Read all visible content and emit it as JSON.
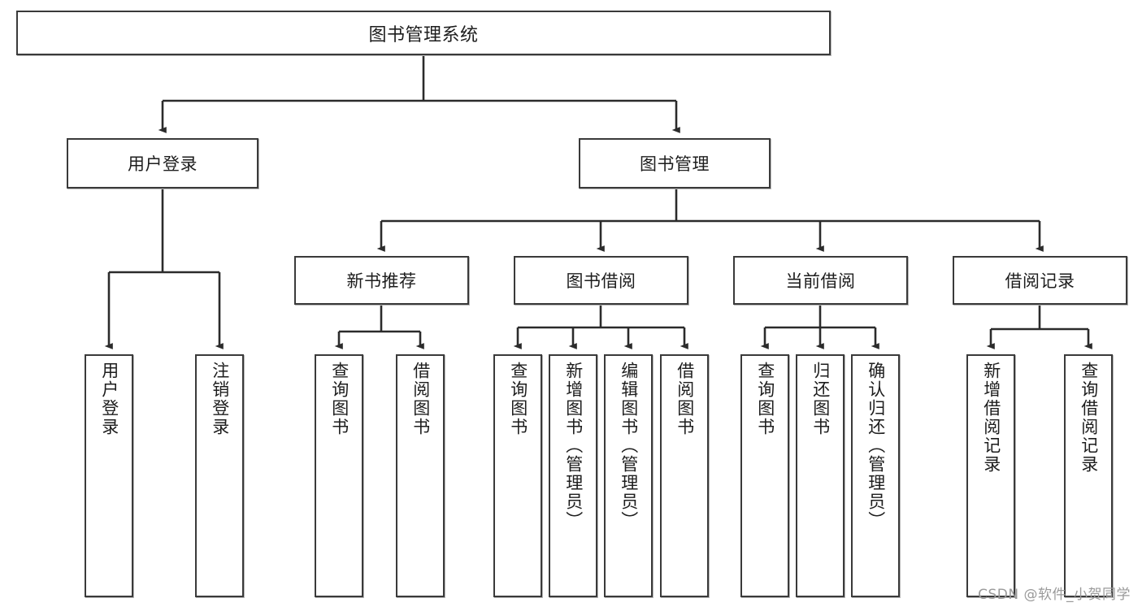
{
  "diagram": {
    "type": "tree-hierarchy-diagram",
    "title": "图书管理系统",
    "watermark": "CSDN @软件_小贺同学",
    "colors": {
      "box_border": "#3a3a3a",
      "box_fill": "#ffffff",
      "connector": "#2b2b2b",
      "text": "#1d1d1d",
      "watermark": "#9a9a9a"
    },
    "levels": {
      "root": {
        "label": "图书管理系统"
      },
      "level2": [
        {
          "label": "用户登录"
        },
        {
          "label": "图书管理"
        }
      ],
      "level3": [
        {
          "label": "新书推荐"
        },
        {
          "label": "图书借阅"
        },
        {
          "label": "当前借阅"
        },
        {
          "label": "借阅记录"
        }
      ],
      "leaves": {
        "user_login": [
          {
            "label": "用户登录"
          },
          {
            "label": "注销登录"
          }
        ],
        "new_book": [
          {
            "label": "查询图书"
          },
          {
            "label": "借阅图书"
          }
        ],
        "book_borrow": [
          {
            "label": "查询图书"
          },
          {
            "label": "新增图书（管理员）"
          },
          {
            "label": "编辑图书（管理员）"
          },
          {
            "label": "借阅图书"
          }
        ],
        "current_borrow": [
          {
            "label": "查询图书"
          },
          {
            "label": "归还图书"
          },
          {
            "label": "确认归还（管理员）"
          }
        ],
        "borrow_record": [
          {
            "label": "新增借阅记录"
          },
          {
            "label": "查询借阅记录"
          }
        ]
      }
    }
  }
}
